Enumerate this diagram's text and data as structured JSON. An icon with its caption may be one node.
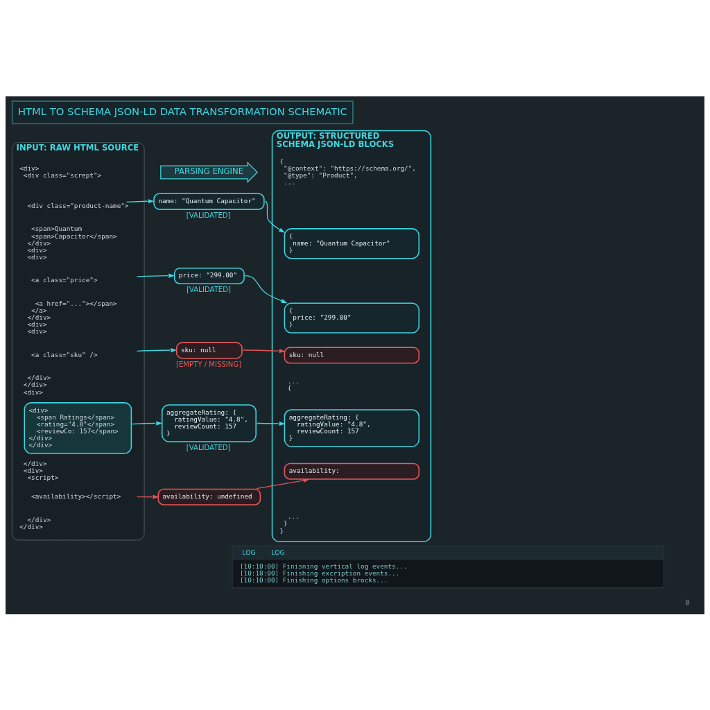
{
  "diagram": {
    "title": "HTML TO SCHEMA JSON-LD DATA TRANSFORMATION SCHEMATIC",
    "nodes": [
      {
        "text": [
          "INPUT: RAW HTML SOURCE",
          "<div>",
          "<div class=\"scrept\">",
          "<span>Quantum",
          "<span>Capacitor</span>",
          "</div>",
          "<div>",
          "<div>",
          "<a href=\"...\"></span>",
          "</a>",
          "</div>",
          "<div>",
          "<div>",
          "</div>",
          "</div>",
          "<div>",
          "</div>",
          "<div>",
          "<script>",
          "</div>",
          "</div>"
        ]
      },
      {
        "text": [
          "<div class=\"product-name\">"
        ],
        "in": 0
      },
      {
        "text": [
          "<a class=\"price\">"
        ],
        "in": 0
      },
      {
        "text": [
          "<a class=\"sku\" />"
        ],
        "in": 0
      },
      {
        "text": [
          "<div>",
          "<span Ratings</span>",
          "<rating=\"4.8\"</span>",
          "<reviewCo: 157</span>",
          "</div>",
          "</div>"
        ],
        "in": 0
      },
      {
        "text": [
          "<availability></script>"
        ],
        "in": 0
      },
      {
        "text": [
          "PARSING ENGINE"
        ]
      },
      {
        "text": [
          "name: \"Quantum Capacitor\""
        ],
        "beside": [
          "[VALIDATED]"
        ]
      },
      {
        "text": [
          "price: \"299.00\""
        ],
        "beside": [
          "[VALIDATED]"
        ]
      },
      {
        "text": [
          "sku: null"
        ],
        "beside": [
          "[EMPTY / MISSING]"
        ]
      },
      {
        "text": [
          "aggregateRating: {",
          "ratingValue: \"4.8\",",
          "reviewCount: 157",
          "}"
        ],
        "beside": [
          "[VALIDATED]"
        ]
      },
      {
        "text": [
          "availability: undefined"
        ]
      },
      {
        "text": [
          "OUTPUT: STRUCTURED SCHEMA JSON-LD BLOCKS",
          "{",
          "\"@context\": \"https://schema.org/\",",
          "\"@type\": \"Product\",",
          "...",
          "...",
          "{",
          "...",
          "}",
          "}"
        ]
      },
      {
        "text": [
          "{",
          "name: \"Quantum Capacitor\"",
          "}"
        ],
        "in": 12
      },
      {
        "text": [
          "{",
          "price: \"299.00\"",
          "}"
        ],
        "in": 12
      },
      {
        "text": [
          "sku: null"
        ],
        "in": 12
      },
      {
        "text": [
          "aggregateRating: {",
          "ratingValue: \"4.8\",",
          "reviewCount: 157",
          "}"
        ],
        "in": 12
      },
      {
        "text": [
          "availability:"
        ],
        "in": 12
      },
      {
        "text": [
          "LOG",
          "LOG",
          "[10:10:00] Finisning vertical log events...",
          "[10:18:00] Finishing excription events...",
          "[10:10:00] Finishing options brocks..."
        ]
      }
    ],
    "edges": [
      {
        "from": 1,
        "to": 7,
        "arrow": "to"
      },
      {
        "from": 2,
        "to": 8,
        "arrow": "to"
      },
      {
        "from": 3,
        "to": 9,
        "arrow": "to"
      },
      {
        "from": 4,
        "to": 10,
        "arrow": "to"
      },
      {
        "from": 5,
        "to": 11,
        "arrow": "to",
        "color": "#e0555a"
      },
      {
        "from": 7,
        "to": 13,
        "arrow": "to"
      },
      {
        "from": 8,
        "to": 14,
        "arrow": "to"
      },
      {
        "from": 9,
        "to": 15,
        "arrow": "to",
        "color": "#e0555a"
      },
      {
        "from": 10,
        "to": 16,
        "arrow": "to"
      },
      {
        "from": 11,
        "to": 17,
        "arrow": "to",
        "color": "#e0555a"
      }
    ],
    "labels": [
      "0"
    ]
  }
}
